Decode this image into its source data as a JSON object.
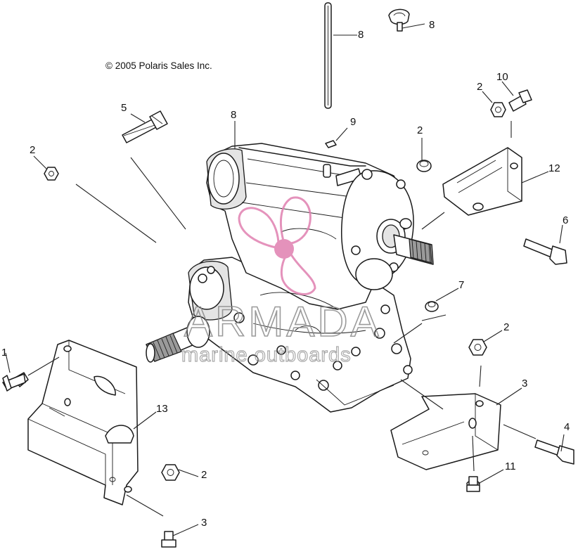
{
  "copyright": "© 2005 Polaris Sales Inc.",
  "watermark": {
    "brand": "ARMADA",
    "tagline": "marine outboards",
    "logo_color": "#e080b0",
    "text_color": "#8a8a8a"
  },
  "callouts": [
    {
      "id": "c1",
      "label": "1"
    },
    {
      "id": "c2a",
      "label": "2"
    },
    {
      "id": "c2b",
      "label": "2"
    },
    {
      "id": "c2c",
      "label": "2"
    },
    {
      "id": "c2d",
      "label": "2"
    },
    {
      "id": "c2e",
      "label": "2"
    },
    {
      "id": "c3a",
      "label": "3"
    },
    {
      "id": "c3b",
      "label": "3"
    },
    {
      "id": "c4",
      "label": "4"
    },
    {
      "id": "c5",
      "label": "5"
    },
    {
      "id": "c6",
      "label": "6"
    },
    {
      "id": "c7",
      "label": "7"
    },
    {
      "id": "c8a",
      "label": "8"
    },
    {
      "id": "c8b",
      "label": "8"
    },
    {
      "id": "c8c",
      "label": "8"
    },
    {
      "id": "c9",
      "label": "9"
    },
    {
      "id": "c10",
      "label": "10"
    },
    {
      "id": "c11",
      "label": "11"
    },
    {
      "id": "c12",
      "label": "12"
    },
    {
      "id": "c13",
      "label": "13"
    }
  ]
}
